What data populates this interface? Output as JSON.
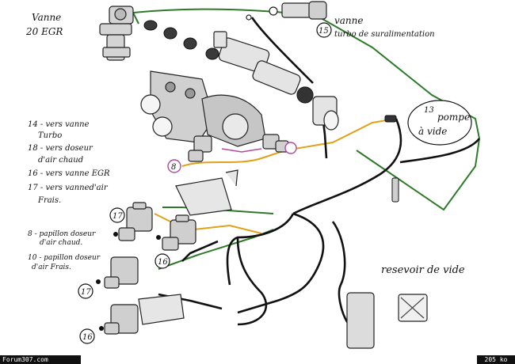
{
  "labels": {
    "vanne_egr": [
      "Vanne",
      "20 EGR"
    ],
    "vanne_turbo_num": "15",
    "vanne_turbo": [
      "vanne",
      "turbo de suralimentation"
    ],
    "pompe_num": "13",
    "pompe": [
      "pompe",
      "à vide"
    ],
    "reservoir": "resevoir de vide",
    "num_8": "8",
    "num_17_a": "17",
    "num_16_a": "16",
    "num_17_b": "17",
    "num_16_b": "16"
  },
  "legend": [
    [
      "14 - vers vanne",
      "Turbo"
    ],
    [
      "18 - vers doseur",
      "d'air chaud"
    ],
    [
      "16 - vers vanne EGR"
    ],
    [
      "17 - vers vanned'air",
      "Frais."
    ]
  ],
  "legend2": [
    [
      "8 - papillon doseur",
      "d'air chaud."
    ],
    [
      "10 - papillon doseur",
      "d'air Frais."
    ]
  ],
  "footer": {
    "site": "Forum307.com",
    "size": "205 ko"
  },
  "colors": {
    "hose_green": "#2f7a2a",
    "hose_orange": "#e0a21a",
    "hose_black": "#111111",
    "hose_purple": "#b04aa0",
    "part_fill": "#cfcfcf",
    "part_stroke": "#222222"
  }
}
